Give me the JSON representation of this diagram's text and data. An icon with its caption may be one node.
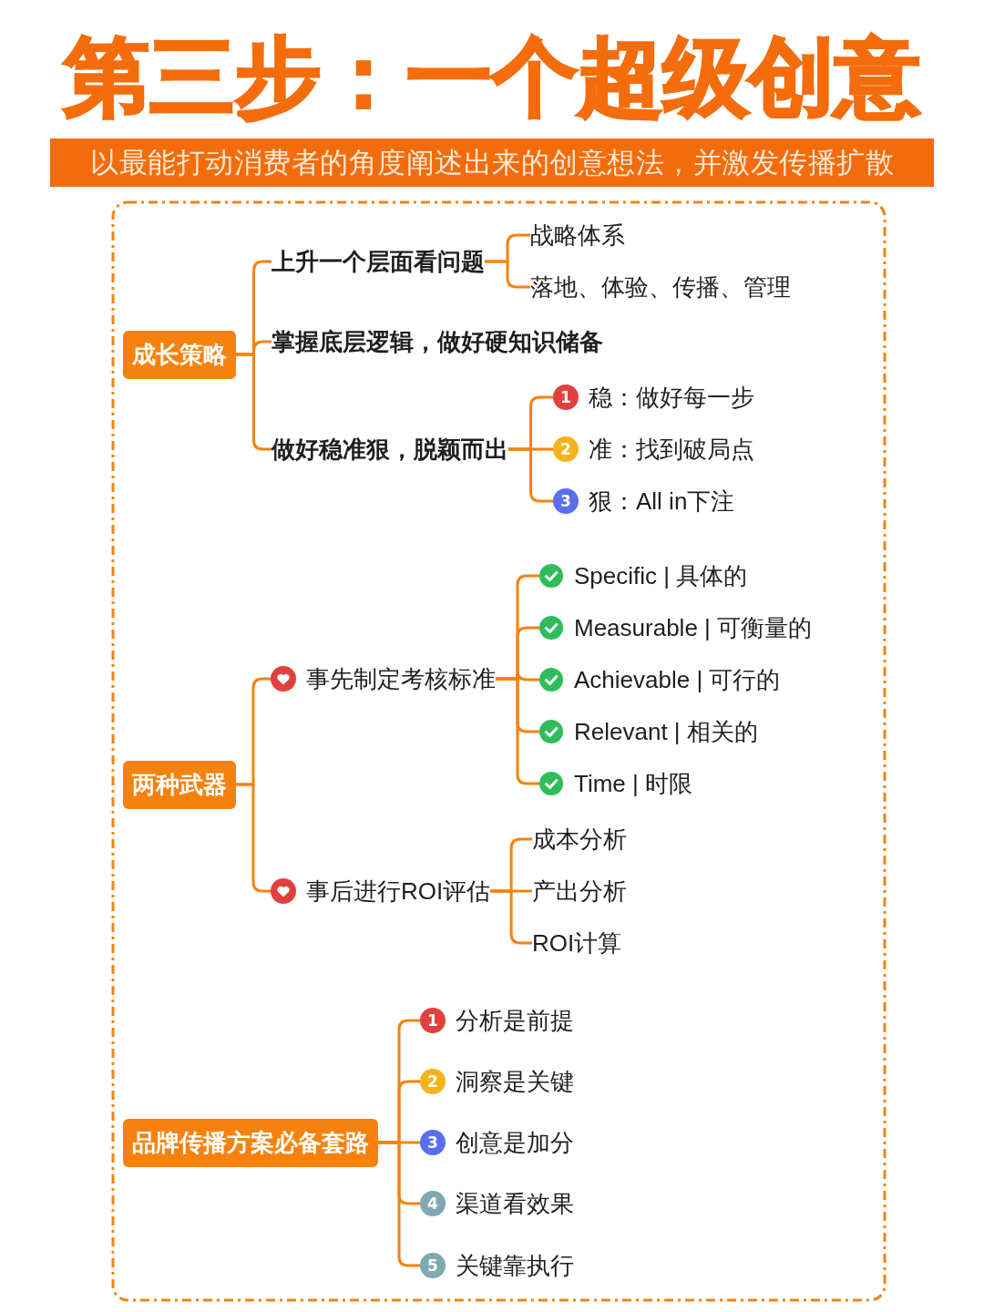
{
  "diagram": {
    "title": "第三步：一个超级创意",
    "nodes": [
      {
        "text": [
          "以最能打动消费者的角度阐述出来的创意想法，并激发传播扩散"
        ]
      },
      {
        "text": [
          "成长策略"
        ]
      },
      {
        "text": [
          "上升一个层面看问题"
        ]
      },
      {
        "text": [
          "战略体系"
        ]
      },
      {
        "text": [
          "落地、体验、传播、管理"
        ]
      },
      {
        "text": [
          "掌握底层逻辑，做好硬知识储备"
        ]
      },
      {
        "text": [
          "做好稳准狠，脱颖而出"
        ]
      },
      {
        "text": [
          "1",
          "稳：做好每一步"
        ]
      },
      {
        "text": [
          "2",
          "准：找到破局点"
        ]
      },
      {
        "text": [
          "3",
          "狠：All in下注"
        ]
      },
      {
        "text": [
          "两种武器"
        ]
      },
      {
        "text": [
          "事先制定考核标准"
        ]
      },
      {
        "text": [
          "Specific | 具体的"
        ]
      },
      {
        "text": [
          "Measurable | 可衡量的"
        ]
      },
      {
        "text": [
          "Achievable | 可行的"
        ]
      },
      {
        "text": [
          "Relevant | 相关的"
        ]
      },
      {
        "text": [
          "Time | 时限"
        ]
      },
      {
        "text": [
          "事后进行ROI评估"
        ]
      },
      {
        "text": [
          "成本分析"
        ]
      },
      {
        "text": [
          "产出分析"
        ]
      },
      {
        "text": [
          "ROI计算"
        ]
      },
      {
        "text": [
          "品牌传播方案必备套路"
        ]
      },
      {
        "text": [
          "1",
          "分析是前提"
        ]
      },
      {
        "text": [
          "2",
          "洞察是关键"
        ]
      },
      {
        "text": [
          "3",
          "创意是加分"
        ]
      },
      {
        "text": [
          "4",
          "渠道看效果"
        ]
      },
      {
        "text": [
          "5",
          "关键靠执行"
        ]
      }
    ],
    "edges": [
      {
        "from": 1,
        "to": 2,
        "arrow": "none"
      },
      {
        "from": 1,
        "to": 5,
        "arrow": "none"
      },
      {
        "from": 1,
        "to": 6,
        "arrow": "none"
      },
      {
        "from": 2,
        "to": 3,
        "arrow": "none"
      },
      {
        "from": 2,
        "to": 4,
        "arrow": "none"
      },
      {
        "from": 6,
        "to": 7,
        "arrow": "none"
      },
      {
        "from": 6,
        "to": 8,
        "arrow": "none"
      },
      {
        "from": 6,
        "to": 9,
        "arrow": "none"
      },
      {
        "from": 10,
        "to": 11,
        "arrow": "none"
      },
      {
        "from": 10,
        "to": 17,
        "arrow": "none"
      },
      {
        "from": 11,
        "to": 12,
        "arrow": "none"
      },
      {
        "from": 11,
        "to": 13,
        "arrow": "none"
      },
      {
        "from": 11,
        "to": 14,
        "arrow": "none"
      },
      {
        "from": 11,
        "to": 15,
        "arrow": "none"
      },
      {
        "from": 11,
        "to": 16,
        "arrow": "none"
      },
      {
        "from": 17,
        "to": 18,
        "arrow": "none"
      },
      {
        "from": 17,
        "to": 19,
        "arrow": "none"
      },
      {
        "from": 17,
        "to": 20,
        "arrow": "none"
      },
      {
        "from": 21,
        "to": 22,
        "arrow": "none"
      },
      {
        "from": 21,
        "to": 23,
        "arrow": "none"
      },
      {
        "from": 21,
        "to": 24,
        "arrow": "none"
      },
      {
        "from": 21,
        "to": 25,
        "arrow": "none"
      },
      {
        "from": 21,
        "to": 26,
        "arrow": "none"
      }
    ]
  }
}
